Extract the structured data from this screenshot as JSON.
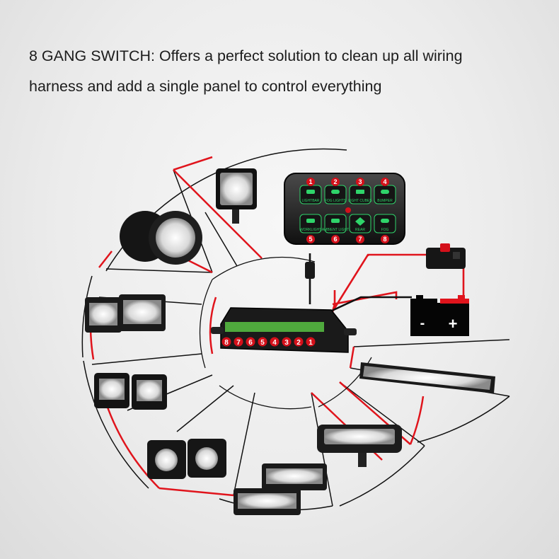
{
  "headline": {
    "line1": "8 GANG SWITCH: Offers a perfect solution to clean up all wiring",
    "line2": "harness and add a single panel to control everything"
  },
  "switch_panel": {
    "numbers_top": [
      "1",
      "2",
      "3",
      "4"
    ],
    "numbers_bottom": [
      "5",
      "6",
      "7",
      "8"
    ],
    "buttons": [
      "LIGHTBAR",
      "FOG LIGHTS",
      "LIGHT CUBES",
      "BUMPER",
      "WORKLIGHT",
      "AMBIENT LIGHT",
      "REAR",
      "FOG"
    ]
  },
  "relay_box": {
    "channels": [
      "8",
      "7",
      "6",
      "5",
      "4",
      "3",
      "2",
      "1"
    ]
  },
  "battery": {
    "minus": "-",
    "plus": "+"
  },
  "colors": {
    "wire_red": "#e0141c",
    "wire_black": "#111111",
    "panel_green": "#2fd46a",
    "badge_red": "#d4101a"
  },
  "icons": [
    "square-work-light",
    "round-spot-light",
    "dual-light-bar",
    "cube-light-pair",
    "round-cube-pair",
    "double-row-bar",
    "long-light-bar",
    "slim-light-bar",
    "circuit-breaker",
    "battery"
  ]
}
